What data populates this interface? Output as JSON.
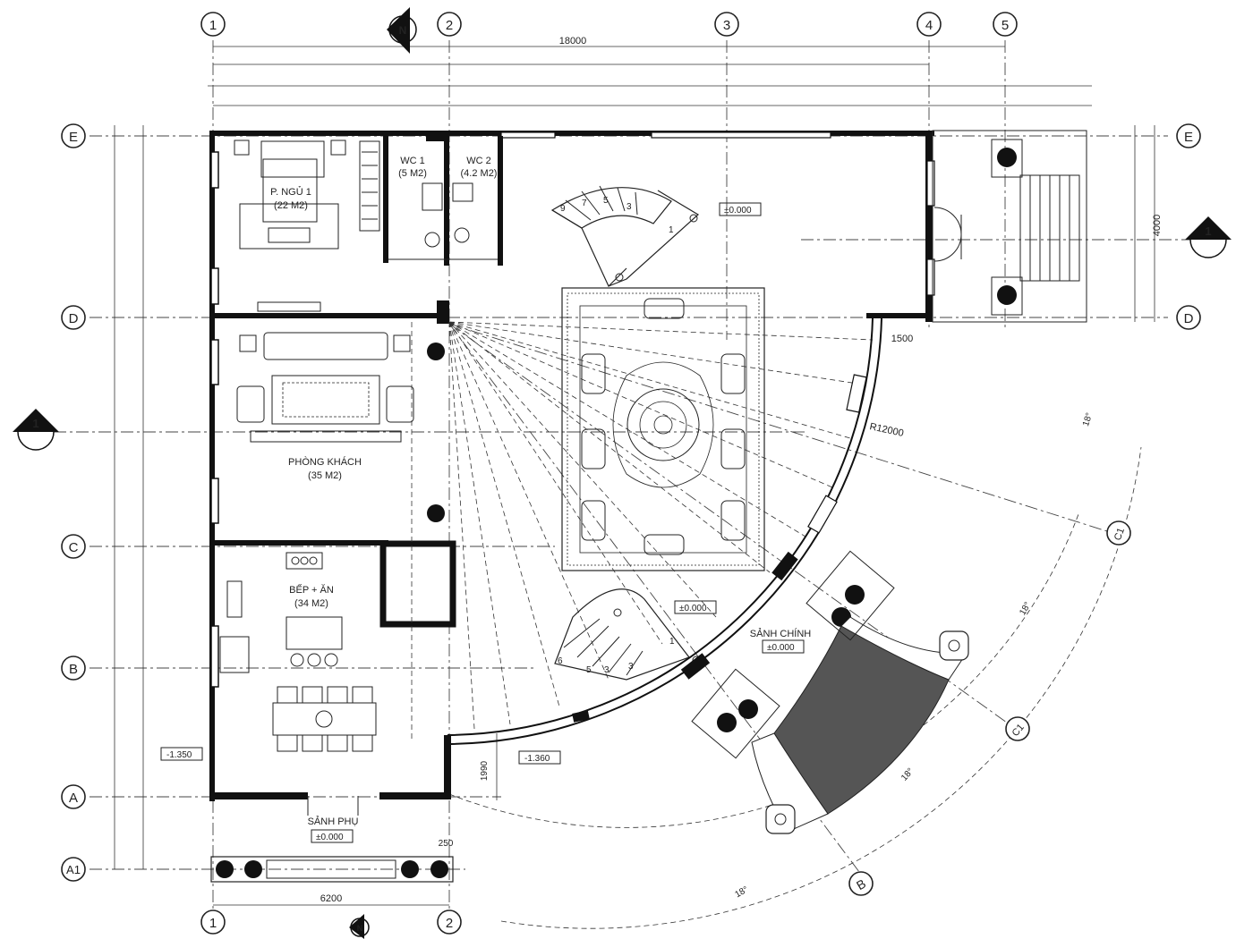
{
  "grid_axes": {
    "vertical": [
      "1",
      "2",
      "3",
      "4",
      "5"
    ],
    "horizontal": [
      "E",
      "D",
      "C",
      "B",
      "A",
      "A1"
    ],
    "radial": [
      "C1",
      "C1",
      "B"
    ]
  },
  "dimensions": {
    "overall_width": "18000",
    "bottom_width": "6200",
    "right_depth": "4000",
    "offset_1500": "1500",
    "radius": "R12000",
    "stair_side": "1990",
    "step_250": "250",
    "angle_1": "18°",
    "angle_2": "18°",
    "angle_3": "18°",
    "angle_4": "18°"
  },
  "rooms": {
    "bedroom": {
      "name": "P. NGỦ 1",
      "area": "(22 M2)"
    },
    "wc1": {
      "name": "WC 1",
      "area": "(5 M2)"
    },
    "wc2": {
      "name": "WC 2",
      "area": "(4.2 M2)"
    },
    "living": {
      "name": "PHÒNG KHÁCH",
      "area": "(35 M2)"
    },
    "kitchen": {
      "name": "BẾP + ĂN",
      "area": "(34 M2)"
    },
    "main_hall": {
      "name": "SẢNH CHÍNH",
      "level": "±0.000"
    },
    "side_hall": {
      "name": "SẢNH PHỤ",
      "level": "±0.000"
    }
  },
  "levels": {
    "hall_top": "±0.000",
    "stair_landing": "±0.000",
    "left": "-1.350",
    "bottom": "-1.360"
  },
  "section_marks": {
    "left": "1",
    "right": "1"
  },
  "north_label": "N",
  "stair_steps_upper": [
    "9",
    "7",
    "5",
    "3",
    "1"
  ],
  "stair_steps_lower": [
    "6",
    "5",
    "3",
    "3",
    "1"
  ]
}
